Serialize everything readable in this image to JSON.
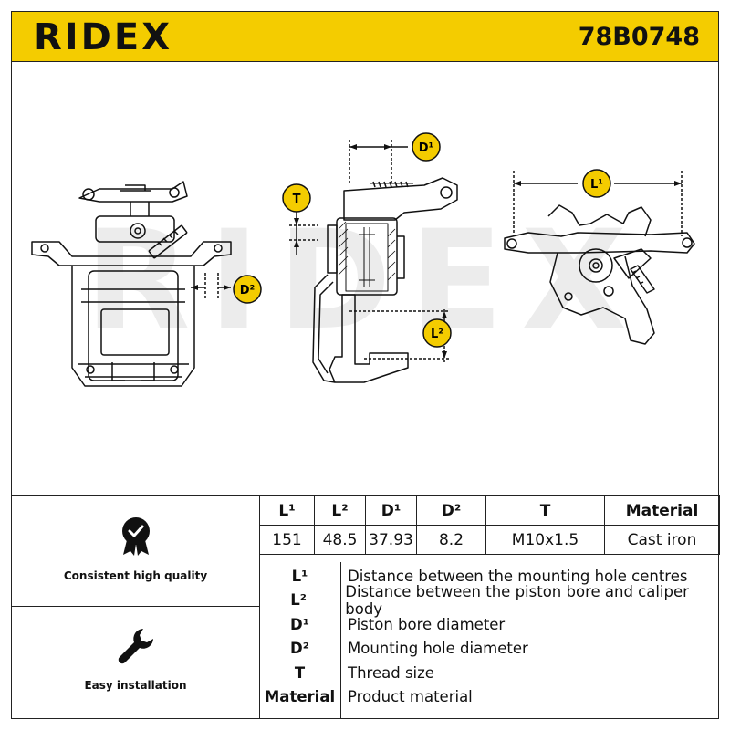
{
  "header": {
    "brand": "RIDEX",
    "part_number": "78B0748",
    "bg_color": "#f4cc00"
  },
  "drawing": {
    "labels": {
      "d1": "D¹",
      "d2": "D²",
      "t": "T",
      "l1": "L¹",
      "l2": "L²"
    },
    "watermark": "RIDEX",
    "marker_color": "#f4cc00"
  },
  "features": [
    {
      "label": "Consistent high quality",
      "icon": "quality-badge-icon"
    },
    {
      "label": "Easy installation",
      "icon": "wrench-icon"
    }
  ],
  "specs": {
    "headers": [
      "L¹",
      "L²",
      "D¹",
      "D²",
      "T",
      "Material"
    ],
    "values": [
      "151",
      "48.5",
      "37.93",
      "8.2",
      "M10x1.5",
      "Cast iron"
    ]
  },
  "legend": [
    {
      "key": "L¹",
      "desc": "Distance between the mounting hole centres"
    },
    {
      "key": "L²",
      "desc": "Distance between the piston bore and caliper body"
    },
    {
      "key": "D¹",
      "desc": "Piston bore diameter"
    },
    {
      "key": "D²",
      "desc": "Mounting hole diameter"
    },
    {
      "key": "T",
      "desc": "Thread size"
    },
    {
      "key": "Material",
      "desc": "Product material"
    }
  ]
}
